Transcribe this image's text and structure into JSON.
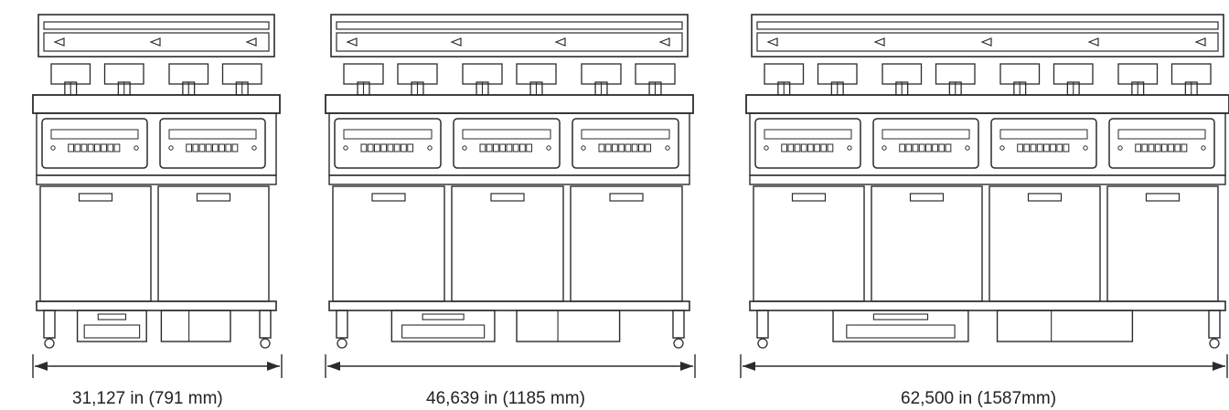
{
  "figure": {
    "units": [
      {
        "label": "31,127 in (791 mm)",
        "vats": 2
      },
      {
        "label": "46,639 in (1185 mm)",
        "vats": 3
      },
      {
        "label": "62,500 in (1587mm)",
        "vats": 4
      }
    ]
  }
}
